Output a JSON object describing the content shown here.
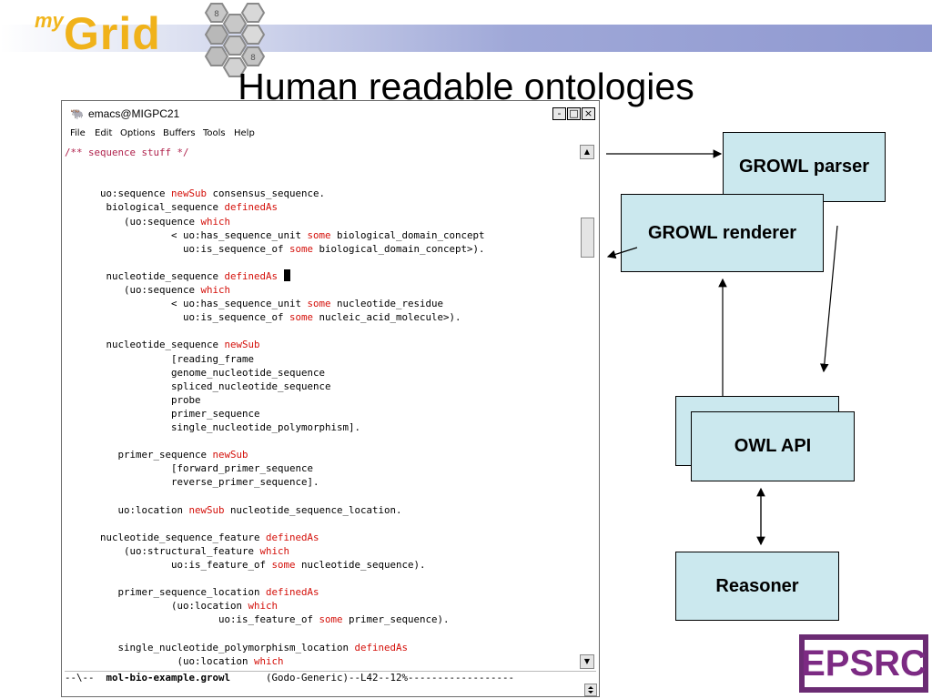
{
  "header": {
    "logo_my": "my",
    "logo_grid": "Grid",
    "slide_title": "Human readable ontologies"
  },
  "emacs": {
    "window_title": "emacs@MIGPC21",
    "window_buttons": {
      "minimize": "-",
      "maximize": "□",
      "close": "×"
    },
    "menu": [
      "File",
      "Edit",
      "Options",
      "Buffers",
      "Tools",
      "Help"
    ],
    "lines": [
      [
        {
          "t": "/** sequence stuff */",
          "c": "cm"
        }
      ],
      [],
      [],
      [
        {
          "t": "      uo:sequence "
        },
        {
          "t": "newSub",
          "c": "kw"
        },
        {
          "t": " consensus_sequence."
        }
      ],
      [
        {
          "t": "       biological_sequence "
        },
        {
          "t": "definedAs",
          "c": "kw"
        }
      ],
      [
        {
          "t": "          (uo:sequence "
        },
        {
          "t": "which",
          "c": "kw"
        }
      ],
      [
        {
          "t": "                  < uo:has_sequence_unit "
        },
        {
          "t": "some",
          "c": "kw"
        },
        {
          "t": " biological_domain_concept"
        }
      ],
      [
        {
          "t": "                    uo:is_sequence_of "
        },
        {
          "t": "some",
          "c": "kw"
        },
        {
          "t": " biological_domain_concept>)."
        }
      ],
      [],
      [
        {
          "t": "       nucleotide_sequence "
        },
        {
          "t": "definedAs",
          "c": "kw"
        },
        {
          "t": " "
        },
        {
          "cursor": true
        }
      ],
      [
        {
          "t": "          (uo:sequence "
        },
        {
          "t": "which",
          "c": "kw"
        }
      ],
      [
        {
          "t": "                  < uo:has_sequence_unit "
        },
        {
          "t": "some",
          "c": "kw"
        },
        {
          "t": " nucleotide_residue"
        }
      ],
      [
        {
          "t": "                    uo:is_sequence_of "
        },
        {
          "t": "some",
          "c": "kw"
        },
        {
          "t": " nucleic_acid_molecule>)."
        }
      ],
      [],
      [
        {
          "t": "       nucleotide_sequence "
        },
        {
          "t": "newSub",
          "c": "kw"
        }
      ],
      [
        {
          "t": "                  [reading_frame"
        }
      ],
      [
        {
          "t": "                  genome_nucleotide_sequence"
        }
      ],
      [
        {
          "t": "                  spliced_nucleotide_sequence"
        }
      ],
      [
        {
          "t": "                  probe"
        }
      ],
      [
        {
          "t": "                  primer_sequence"
        }
      ],
      [
        {
          "t": "                  single_nucleotide_polymorphism]."
        }
      ],
      [],
      [
        {
          "t": "         primer_sequence "
        },
        {
          "t": "newSub",
          "c": "kw"
        }
      ],
      [
        {
          "t": "                  [forward_primer_sequence"
        }
      ],
      [
        {
          "t": "                  reverse_primer_sequence]."
        }
      ],
      [],
      [
        {
          "t": "         uo:location "
        },
        {
          "t": "newSub",
          "c": "kw"
        },
        {
          "t": " nucleotide_sequence_location."
        }
      ],
      [],
      [
        {
          "t": "      nucleotide_sequence_feature "
        },
        {
          "t": "definedAs",
          "c": "kw"
        }
      ],
      [
        {
          "t": "          (uo:structural_feature "
        },
        {
          "t": "which",
          "c": "kw"
        }
      ],
      [
        {
          "t": "                  uo:is_feature_of "
        },
        {
          "t": "some",
          "c": "kw"
        },
        {
          "t": " nucleotide_sequence)."
        }
      ],
      [],
      [
        {
          "t": "         primer_sequence_location "
        },
        {
          "t": "definedAs",
          "c": "kw"
        }
      ],
      [
        {
          "t": "                  (uo:location "
        },
        {
          "t": "which",
          "c": "kw"
        }
      ],
      [
        {
          "t": "                          uo:is_feature_of "
        },
        {
          "t": "some",
          "c": "kw"
        },
        {
          "t": " primer_sequence)."
        }
      ],
      [],
      [
        {
          "t": "         single_nucleotide_polymorphism_location "
        },
        {
          "t": "definedAs",
          "c": "kw"
        }
      ],
      [
        {
          "t": "                   (uo:location "
        },
        {
          "t": "which",
          "c": "kw"
        }
      ]
    ],
    "modeline": {
      "prefix": "--\\--  ",
      "buffer": "mol-bio-example.growl",
      "rest": "      (Godo-Generic)--L42--12%------------------"
    }
  },
  "diagram": {
    "growl_parser": "GROWL parser",
    "growl_renderer": "GROWL renderer",
    "owl_api": "OWL API",
    "reasoner": "Reasoner"
  },
  "sponsor": {
    "logo_text": "EPSRC"
  },
  "colors": {
    "box_fill": "#cbe8ee",
    "keyword": "#d4100a",
    "comment": "#b0224c",
    "logo_gold": "#f0b21a",
    "epsrc_purple": "#7c2a83"
  }
}
